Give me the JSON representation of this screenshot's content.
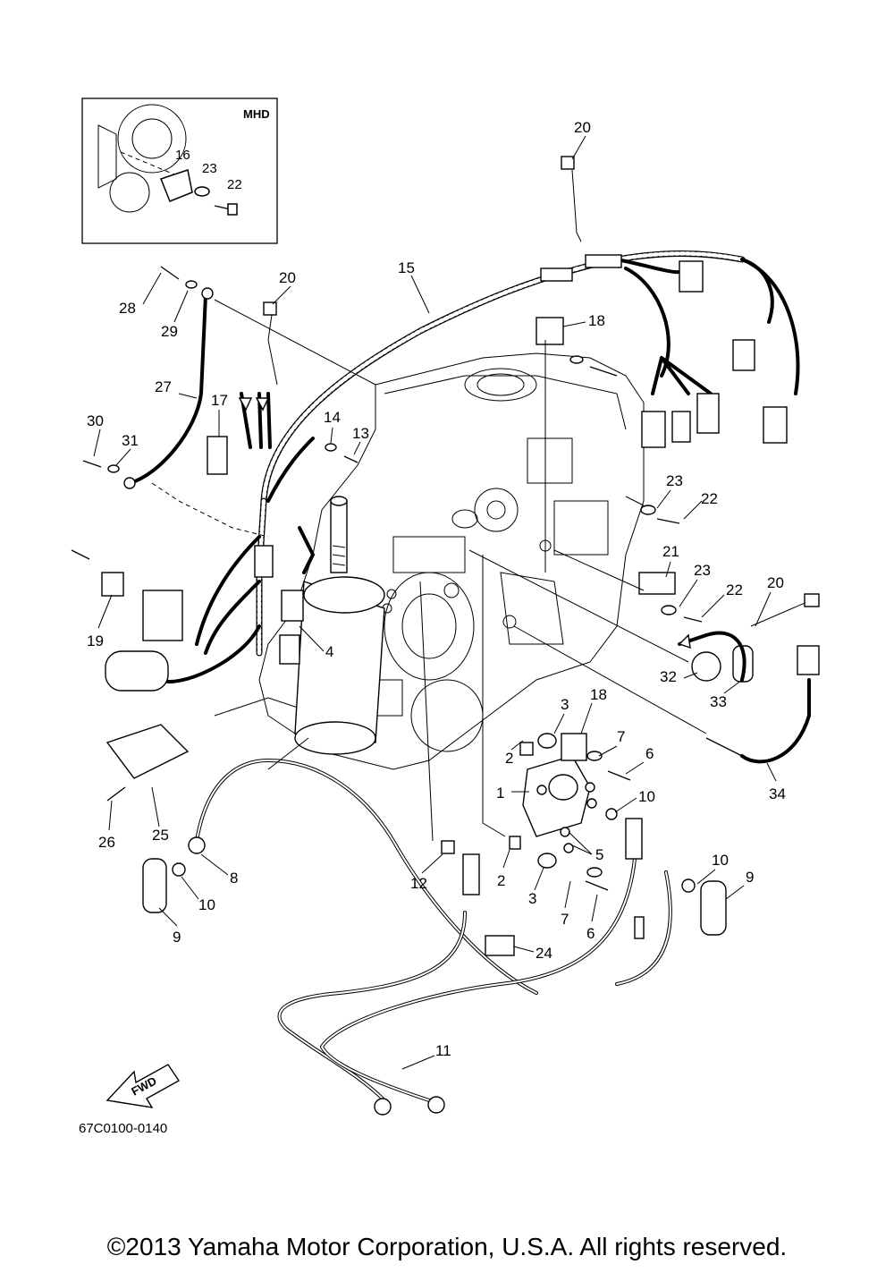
{
  "inset": {
    "title": "MHD",
    "labels": [
      "16",
      "23",
      "22"
    ]
  },
  "diagram_code": "67C0100-0140",
  "fwd_label": "FWD",
  "copyright": "©2013 Yamaha Motor Corporation, U.S.A. All rights reserved.",
  "callouts": [
    "20",
    "15",
    "18",
    "20",
    "28",
    "29",
    "27",
    "17",
    "30",
    "31",
    "14",
    "13",
    "23",
    "22",
    "21",
    "23",
    "22",
    "20",
    "19",
    "4",
    "32",
    "33",
    "34",
    "3",
    "18",
    "7",
    "6",
    "2",
    "1",
    "10",
    "5",
    "26",
    "25",
    "8",
    "10",
    "9",
    "12",
    "2",
    "3",
    "7",
    "6",
    "10",
    "9",
    "24",
    "11"
  ]
}
